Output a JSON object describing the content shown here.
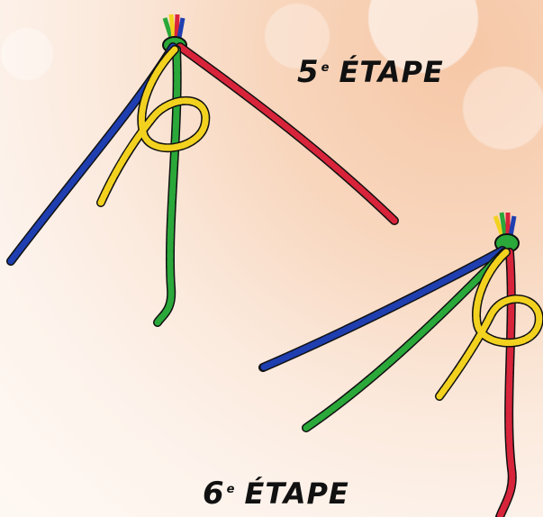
{
  "steps": [
    {
      "number": "5",
      "sup": "e",
      "word": "ÉTAPE"
    },
    {
      "number": "6",
      "sup": "e",
      "word": "ÉTAPE"
    }
  ],
  "colors": {
    "blue": "#1f3fb0",
    "green": "#2aa83a",
    "red": "#d8243a",
    "yellow": "#f2d21f",
    "outline": "#111111"
  },
  "illustration": {
    "subject": "friendship-bracelet-knot-steps",
    "strand_colors": [
      "blue",
      "green",
      "red",
      "yellow"
    ]
  }
}
